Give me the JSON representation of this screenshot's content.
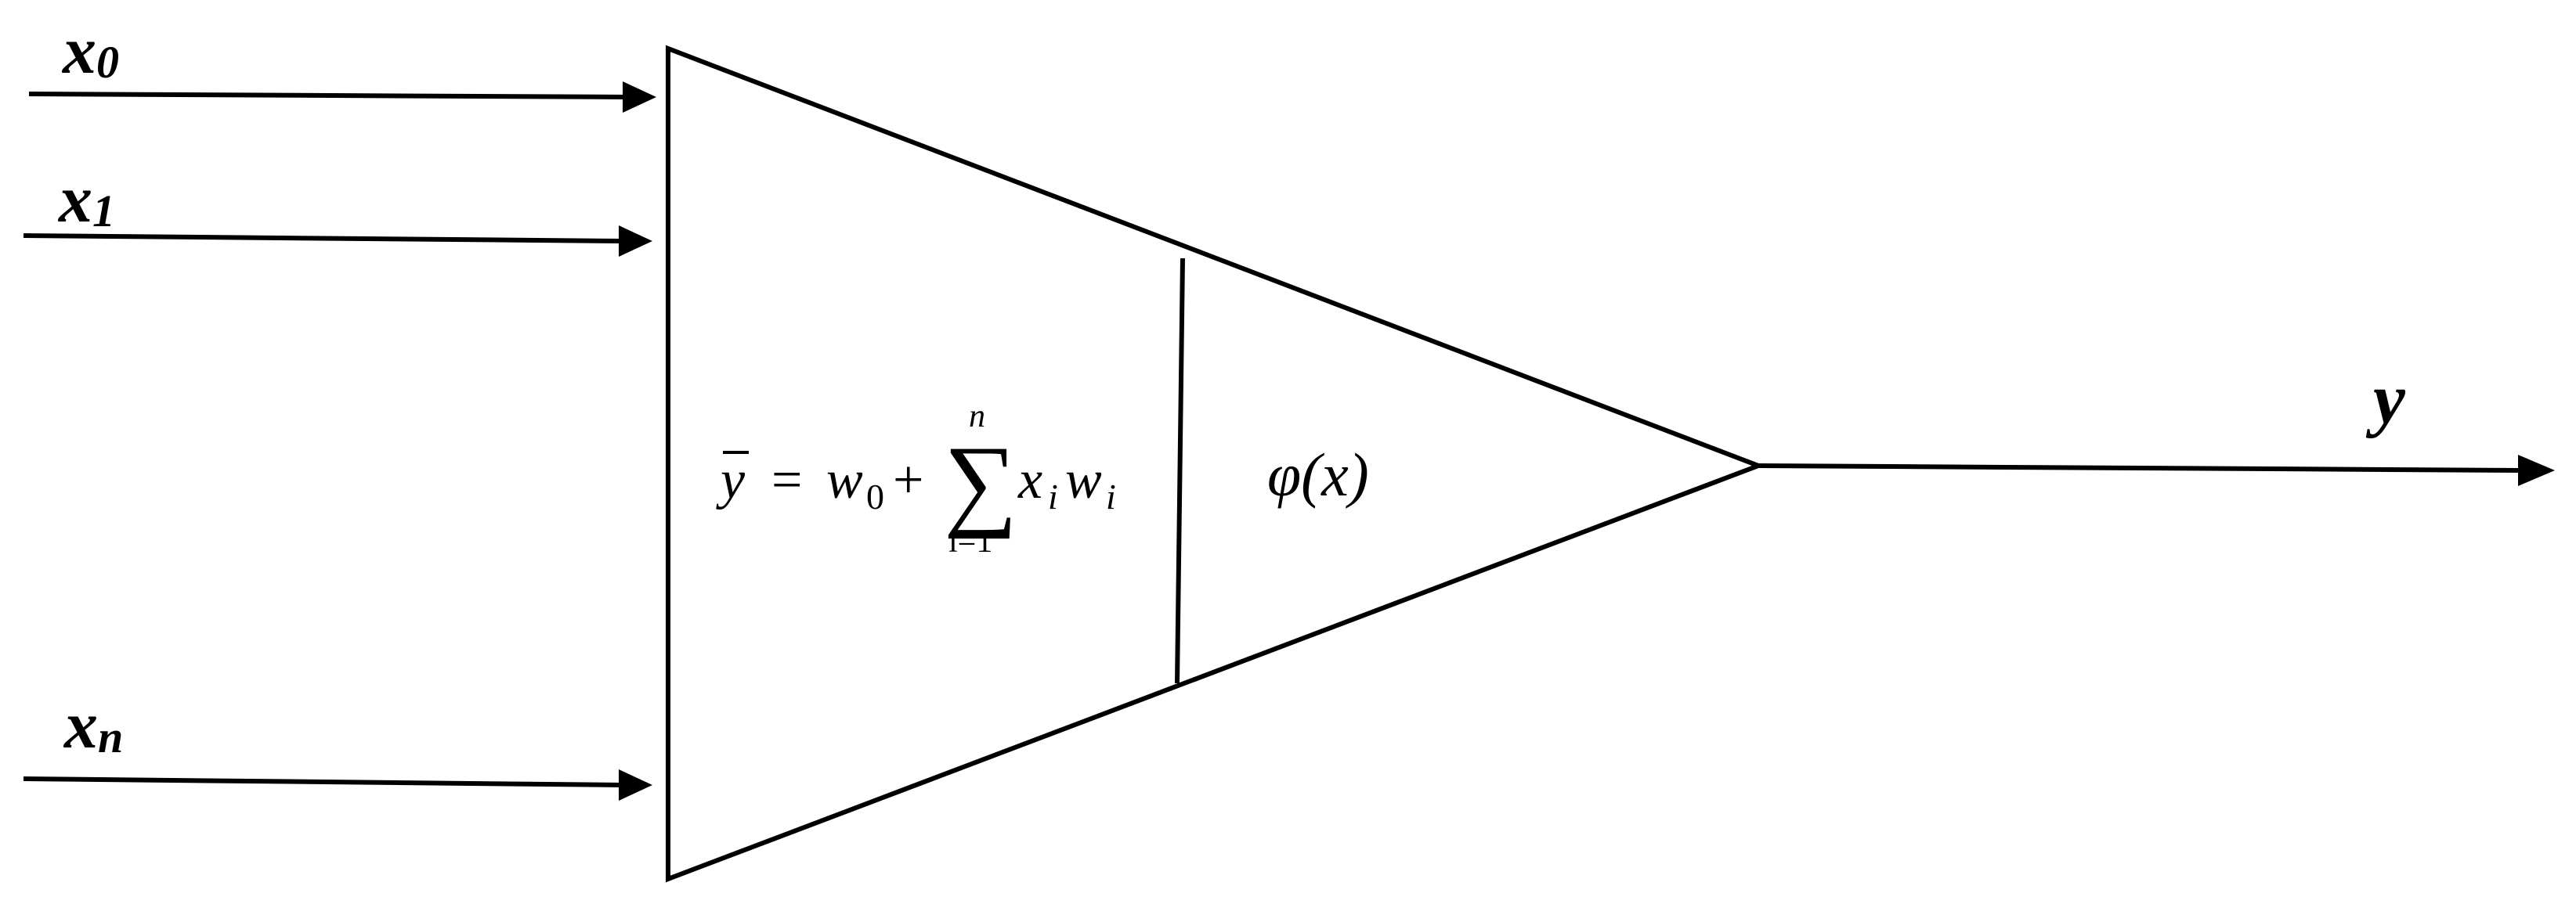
{
  "inputs": {
    "x0": {
      "base": "x",
      "sub": "0"
    },
    "x1": {
      "base": "x",
      "sub": "1"
    },
    "xn": {
      "base": "x",
      "sub": "n"
    }
  },
  "output": {
    "label": "y"
  },
  "summation": {
    "lhs": "y",
    "equals": "=",
    "w": "w",
    "w_sub": "0",
    "plus": "+",
    "sigma": "∑",
    "upper": "n",
    "lower": "i=1",
    "x": "x",
    "x_sub": "i",
    "w2": "w",
    "w2_sub": "i"
  },
  "activation": {
    "label": "φ(x)"
  }
}
